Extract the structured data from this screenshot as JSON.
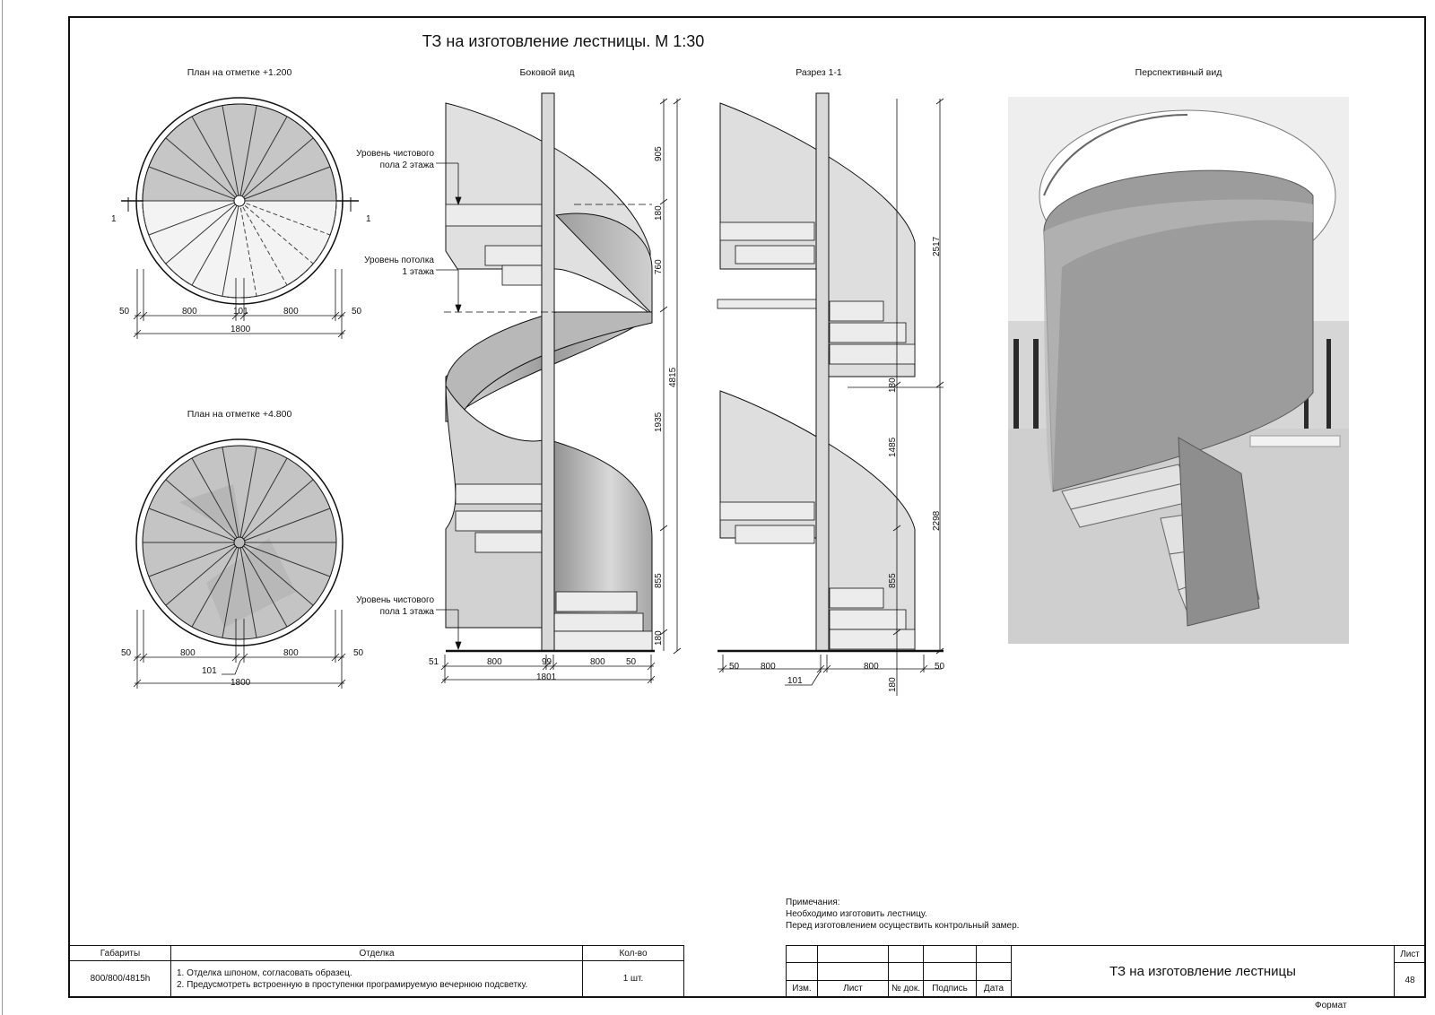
{
  "sheet": {
    "title": "ТЗ на изготовление лестницы. М 1:30",
    "views": {
      "plan_1": "План на отметке +1.200",
      "plan_2": "План на отметке +4.800",
      "side": "Боковой вид",
      "section": "Разрез 1-1",
      "perspective": "Перспективный вид"
    }
  },
  "plan_1": {
    "section_marker": "1",
    "dims": {
      "margin_l": "50",
      "span_l": "800",
      "core": "101",
      "span_r": "800",
      "margin_r": "50",
      "total": "1800"
    }
  },
  "plan_2": {
    "dims": {
      "margin_l": "50",
      "span_l": "800",
      "core": "101",
      "span_r": "800",
      "margin_r": "50",
      "total": "1800"
    }
  },
  "side_view": {
    "labels": {
      "floor2_line1": "Уровень чистового",
      "floor2_line2": "пола 2 этажа",
      "ceiling_line1": "Уровень потолка",
      "ceiling_line2": "1 этажа",
      "floor1_line1": "Уровень чистового",
      "floor1_line2": "пола 1 этажа"
    },
    "vdims": {
      "d905": "905",
      "d180a": "180",
      "d760": "760",
      "d1935": "1935",
      "d855": "855",
      "d180b": "180",
      "total": "4815"
    },
    "hdims": {
      "d51": "51",
      "d800a": "800",
      "d99": "99",
      "d800b": "800",
      "d50": "50",
      "total": "1801"
    }
  },
  "section_view": {
    "vdims": {
      "d2517": "2517",
      "d180": "180",
      "d1485": "1485",
      "d855": "855",
      "d2298": "2298",
      "d180b": "180"
    },
    "hdims": {
      "d50a": "50",
      "d800a": "800",
      "d101": "101",
      "d800b": "800",
      "d50b": "50"
    }
  },
  "notes": {
    "title": "Примечания:",
    "line1": "Необходимо изготовить лестницу.",
    "line2": "Перед изготовлением осуществить контрольный замер."
  },
  "spec_table": {
    "headers": {
      "size": "Габариты",
      "finish": "Отделка",
      "qty": "Кол-во"
    },
    "row": {
      "size": "800/800/4815h",
      "finish_1": "1. Отделка шпоном, согласовать образец.",
      "finish_2": "2. Предусмотреть встроенную в проступенки програмируемую вечернюю подсветку.",
      "qty": "1 шт."
    }
  },
  "title_block": {
    "izm": "Изм.",
    "list": "Лист",
    "ndoc": "№ док.",
    "sign": "Подпись",
    "date": "Дата",
    "title": "ТЗ на изготовление лестницы",
    "sheet_label": "Лист",
    "sheet_no": "48",
    "format": "Формат"
  }
}
